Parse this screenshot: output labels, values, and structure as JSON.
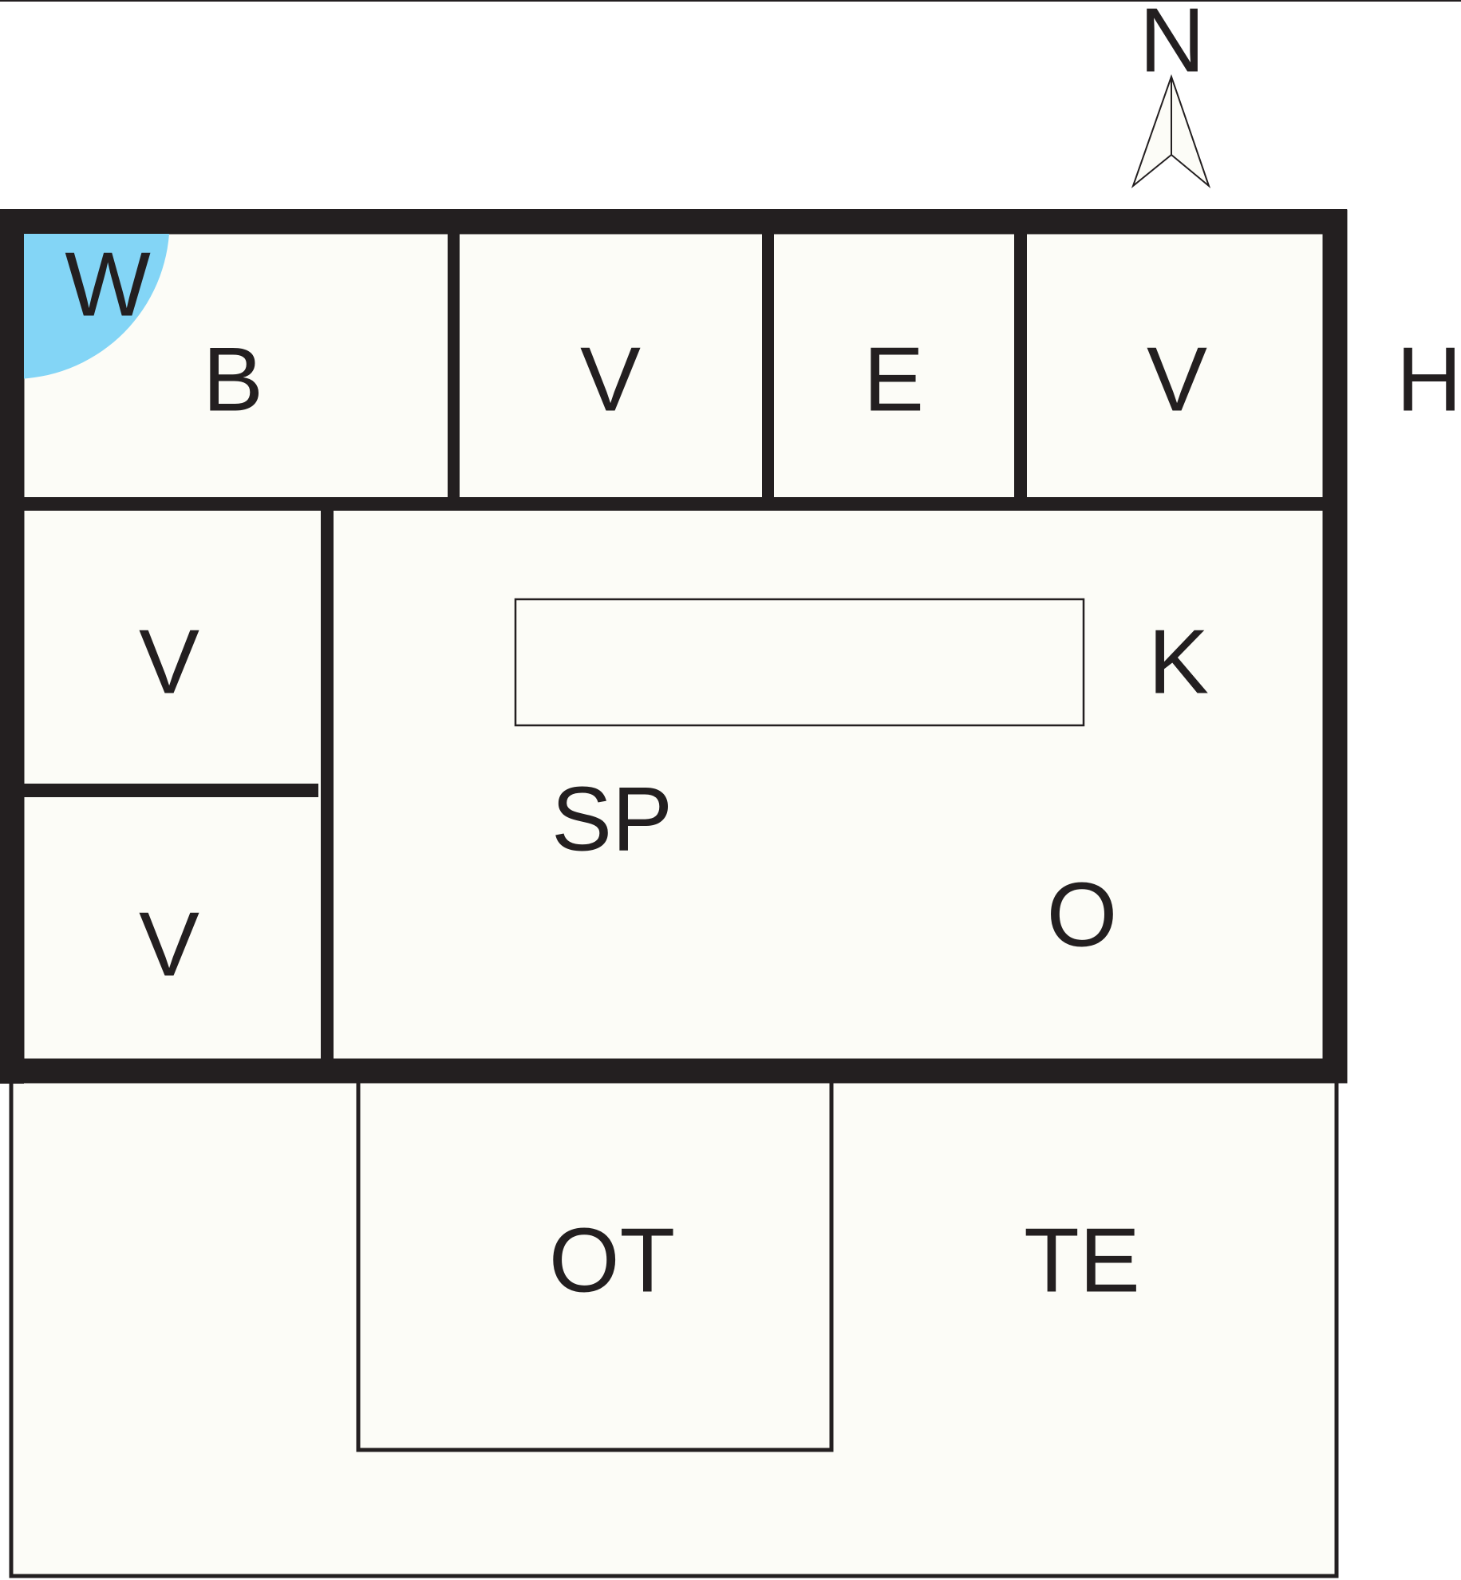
{
  "compass": {
    "label": "N"
  },
  "colors": {
    "wall": "#231f20",
    "floor": "#fcfcf7",
    "water": "#83d5f6"
  },
  "rooms": {
    "w": "W",
    "b": "B",
    "v_top_1": "V",
    "e": "E",
    "v_top_2": "V",
    "h": "H",
    "v_left_1": "V",
    "k": "K",
    "sp": "SP",
    "o": "O",
    "v_left_2": "V",
    "ot": "OT",
    "te": "TE"
  }
}
